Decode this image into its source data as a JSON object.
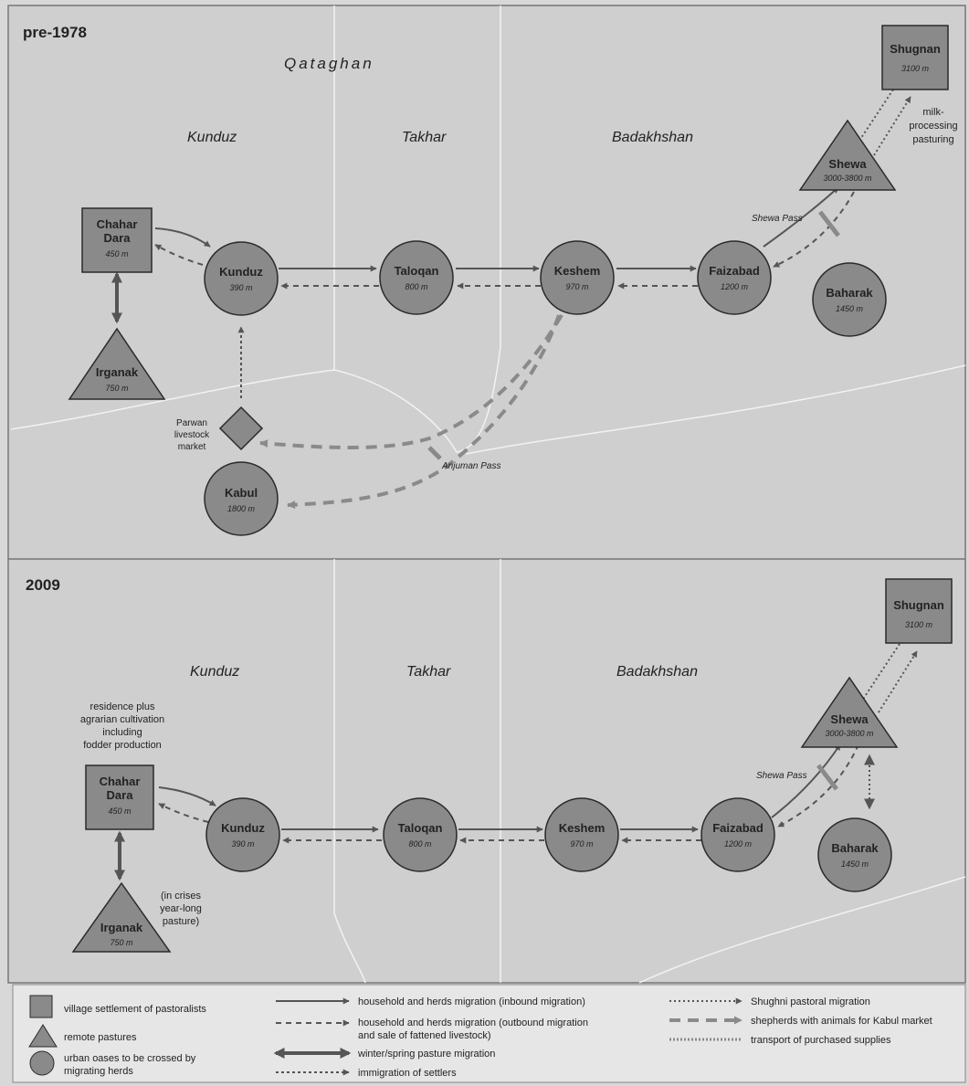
{
  "panels": [
    {
      "title": "pre-1978",
      "region": "Qataghan",
      "provinces": [
        "Kunduz",
        "Takhar",
        "Badakhshan"
      ],
      "nodes": {
        "chahar": {
          "name": [
            "Chahar",
            "Dara"
          ],
          "elev": "450 m"
        },
        "irganak": {
          "name": [
            "Irganak"
          ],
          "elev": "750 m"
        },
        "kunduz": {
          "name": [
            "Kunduz"
          ],
          "elev": "390 m"
        },
        "taloqan": {
          "name": [
            "Taloqan"
          ],
          "elev": "800 m"
        },
        "keshem": {
          "name": [
            "Keshem"
          ],
          "elev": "970 m"
        },
        "faizabad": {
          "name": [
            "Faizabad"
          ],
          "elev": "1200 m"
        },
        "baharak": {
          "name": [
            "Baharak"
          ],
          "elev": "1450 m"
        },
        "shewa": {
          "name": [
            "Shewa"
          ],
          "elev": "3000-3800 m"
        },
        "shugnan": {
          "name": [
            "Shugnan"
          ],
          "elev": "3100 m"
        },
        "kabul": {
          "name": [
            "Kabul"
          ],
          "elev": "1800 m"
        },
        "parwan": {
          "name": [
            "Parwan",
            "livestock",
            "market"
          ]
        }
      },
      "notes": {
        "milk": [
          "milk-",
          "processing",
          "pasturing"
        ],
        "shewa_pass": "Shewa Pass",
        "anjuman_pass": "Anjuman Pass"
      }
    },
    {
      "title": "2009",
      "provinces": [
        "Kunduz",
        "Takhar",
        "Badakhshan"
      ],
      "nodes": {
        "chahar": {
          "name": [
            "Chahar",
            "Dara"
          ],
          "elev": "450 m"
        },
        "irganak": {
          "name": [
            "Irganak"
          ],
          "elev": "750 m"
        },
        "kunduz": {
          "name": [
            "Kunduz"
          ],
          "elev": "390 m"
        },
        "taloqan": {
          "name": [
            "Taloqan"
          ],
          "elev": "800 m"
        },
        "keshem": {
          "name": [
            "Keshem"
          ],
          "elev": "970 m"
        },
        "faizabad": {
          "name": [
            "Faizabad"
          ],
          "elev": "1200 m"
        },
        "baharak": {
          "name": [
            "Baharak"
          ],
          "elev": "1450 m"
        },
        "shewa": {
          "name": [
            "Shewa"
          ],
          "elev": "3000-3800 m"
        },
        "shugnan": {
          "name": [
            "Shugnan"
          ],
          "elev": "3100 m"
        }
      },
      "notes": {
        "residence": [
          "residence plus",
          "agrarian cultivation",
          "including",
          "fodder production"
        ],
        "crises": [
          "(in crises",
          "year-long",
          "pasture)"
        ],
        "shewa_pass": "Shewa Pass"
      }
    }
  ],
  "legend": {
    "village": "village settlement of pastoralists",
    "remote": "remote pastures",
    "oases": [
      "urban oases to be crossed by",
      "migrating herds"
    ],
    "inbound": "household and herds migration (inbound migration)",
    "outbound": [
      "household and herds migration (outbound migration",
      "and sale of fattened livestock)"
    ],
    "winter": "winter/spring pasture migration",
    "settlers": "immigration of settlers",
    "shughni": "Shughni pastoral migration",
    "shepherds": "shepherds with animals for Kabul market",
    "transport": "transport of purchased supplies"
  },
  "colors": {
    "background": "#d8d8d8",
    "node_fill": "#8a8a8a",
    "node_stroke": "#2a2a2a",
    "arrow": "#555555",
    "shepherd_arrow": "#8a8a8a",
    "border": "#f0f0f0"
  }
}
